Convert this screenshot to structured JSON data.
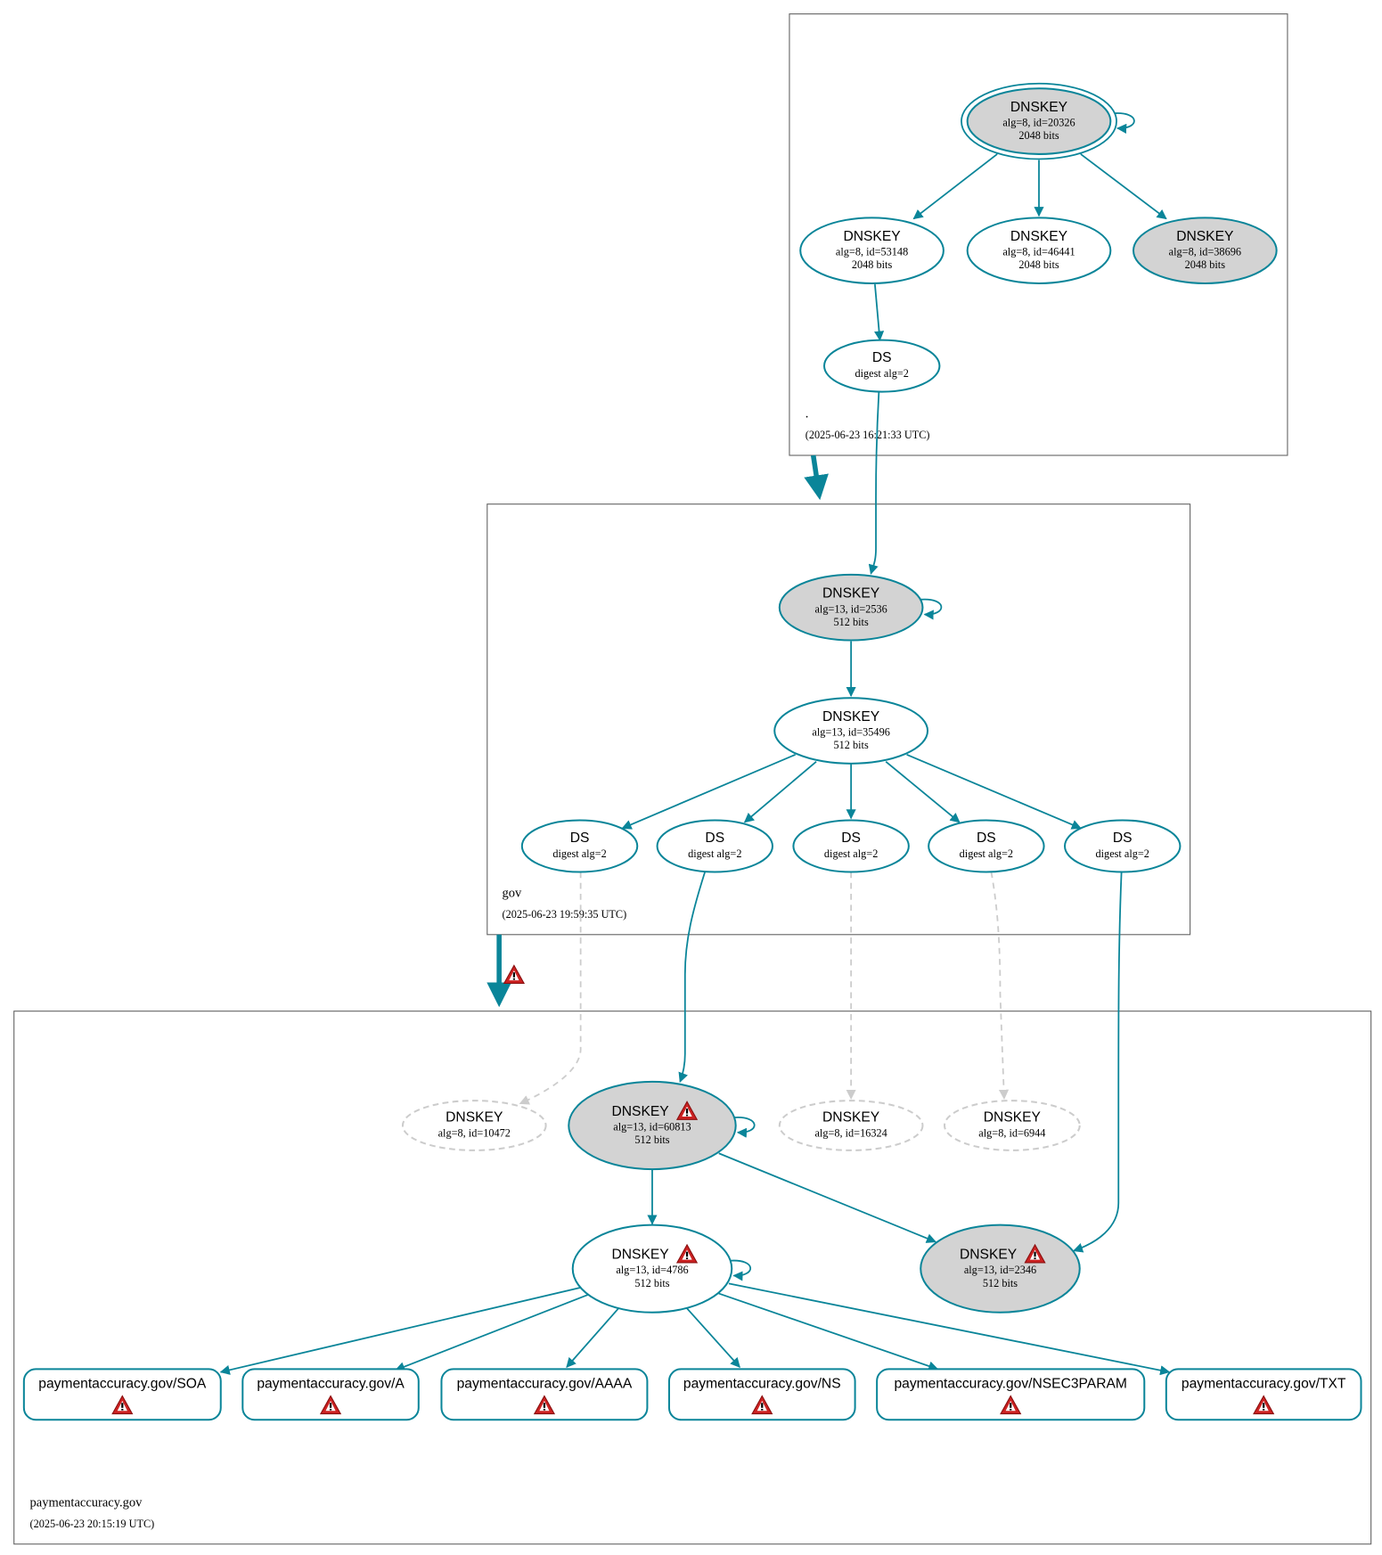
{
  "colors": {
    "edge": "#0a8599",
    "gray_fill": "#d3d3d3",
    "dashed": "#cccccc",
    "warn": "#cc2222"
  },
  "zones": {
    "root": {
      "name": ".",
      "date": "(2025-06-23 16:21:33 UTC)"
    },
    "gov": {
      "name": "gov",
      "date": "(2025-06-23 19:59:35 UTC)"
    },
    "pay": {
      "name": "paymentaccuracy.gov",
      "date": "(2025-06-23 20:15:19 UTC)"
    }
  },
  "nodes": {
    "k20326": {
      "title": "DNSKEY",
      "l1": "alg=8, id=20326",
      "l2": "2048 bits",
      "style": "ksk"
    },
    "k53148": {
      "title": "DNSKEY",
      "l1": "alg=8, id=53148",
      "l2": "2048 bits",
      "style": "white"
    },
    "k46441": {
      "title": "DNSKEY",
      "l1": "alg=8, id=46441",
      "l2": "2048 bits",
      "style": "white"
    },
    "k38696": {
      "title": "DNSKEY",
      "l1": "alg=8, id=38696",
      "l2": "2048 bits",
      "style": "gray"
    },
    "dsroot": {
      "title": "DS",
      "l1": "digest alg=2",
      "style": "white"
    },
    "k2536": {
      "title": "DNSKEY",
      "l1": "alg=13, id=2536",
      "l2": "512 bits",
      "style": "gray"
    },
    "k35496": {
      "title": "DNSKEY",
      "l1": "alg=13, id=35496",
      "l2": "512 bits",
      "style": "white"
    },
    "ds1": {
      "title": "DS",
      "l1": "digest alg=2",
      "style": "white"
    },
    "ds2": {
      "title": "DS",
      "l1": "digest alg=2",
      "style": "white"
    },
    "ds3": {
      "title": "DS",
      "l1": "digest alg=2",
      "style": "white"
    },
    "ds4": {
      "title": "DS",
      "l1": "digest alg=2",
      "style": "white"
    },
    "ds5": {
      "title": "DS",
      "l1": "digest alg=2",
      "style": "white"
    },
    "k10472": {
      "title": "DNSKEY",
      "l1": "alg=8, id=10472",
      "style": "dashed"
    },
    "k60813": {
      "title": "DNSKEY",
      "l1": "alg=13, id=60813",
      "l2": "512 bits",
      "style": "gray",
      "warning": true
    },
    "k16324": {
      "title": "DNSKEY",
      "l1": "alg=8, id=16324",
      "style": "dashed"
    },
    "k6944": {
      "title": "DNSKEY",
      "l1": "alg=8, id=6944",
      "style": "dashed"
    },
    "k4786": {
      "title": "DNSKEY",
      "l1": "alg=13, id=4786",
      "l2": "512 bits",
      "style": "white",
      "warning": true
    },
    "k2346": {
      "title": "DNSKEY",
      "l1": "alg=13, id=2346",
      "l2": "512 bits",
      "style": "gray",
      "warning": true
    }
  },
  "records": {
    "soa": {
      "label": "paymentaccuracy.gov/SOA",
      "warning": true
    },
    "a": {
      "label": "paymentaccuracy.gov/A",
      "warning": true
    },
    "aaaa": {
      "label": "paymentaccuracy.gov/AAAA",
      "warning": true
    },
    "ns": {
      "label": "paymentaccuracy.gov/NS",
      "warning": true
    },
    "nsec3param": {
      "label": "paymentaccuracy.gov/NSEC3PARAM",
      "warning": true
    },
    "txt": {
      "label": "paymentaccuracy.gov/TXT",
      "warning": true
    }
  },
  "delegations": [
    {
      "from": "root",
      "to": "gov",
      "warning": false
    },
    {
      "from": "gov",
      "to": "pay",
      "warning": true
    }
  ]
}
